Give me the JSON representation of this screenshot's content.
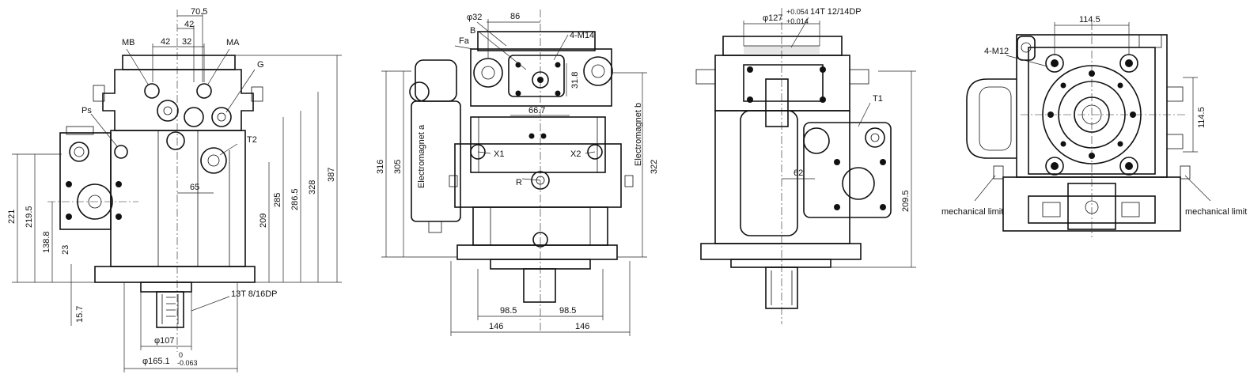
{
  "views": {
    "front": {
      "label_MB": "MB",
      "label_MA": "MA",
      "label_G": "G",
      "label_Ps": "Ps",
      "label_T2": "T2",
      "dim_70_5": "70.5",
      "dim_42a": "42",
      "dim_42b": "42",
      "dim_32": "32",
      "dim_65": "65",
      "dim_221": "221",
      "dim_219_5": "219.5",
      "dim_138_8": "138.8",
      "dim_23": "23",
      "dim_15_7": "15.7",
      "dim_209": "209",
      "dim_285": "285",
      "dim_286_5": "286.5",
      "dim_328": "328",
      "dim_387": "387",
      "spline": "13T 8/16DP",
      "dim_107": "φ107",
      "dim_165_1": "φ165.1",
      "tol_165_upper": "0",
      "tol_165_lower": "-0.063"
    },
    "side": {
      "dim_32": "φ32",
      "dim_86": "86",
      "label_B": "B",
      "label_Fa": "Fa",
      "label_4M14": "4-M14",
      "dim_31_8": "31.8",
      "dim_66_7": "66.7",
      "label_X1": "X1",
      "label_X2": "X2",
      "label_R": "R",
      "label_em_a": "Electromagnet a",
      "label_em_b": "Electromagnet b",
      "dim_316": "316",
      "dim_305": "305",
      "dim_322": "322",
      "dim_98_5a": "98.5",
      "dim_98_5b": "98.5",
      "dim_146a": "146",
      "dim_146b": "146"
    },
    "rear": {
      "dim_127": "φ127",
      "tol_127_upper": "+0.054",
      "tol_127_lower": "+0.014",
      "spline": "14T 12/14DP",
      "label_T1": "T1",
      "dim_62": "62",
      "dim_209_5": "209.5"
    },
    "top": {
      "dim_114_5a": "114.5",
      "dim_114_5b": "114.5",
      "label_4M12": "4-M12",
      "label_mech_left": "mechanical limit",
      "label_mech_right": "mechanical limit"
    }
  },
  "colors": {
    "line": "#111111",
    "background": "#ffffff"
  }
}
